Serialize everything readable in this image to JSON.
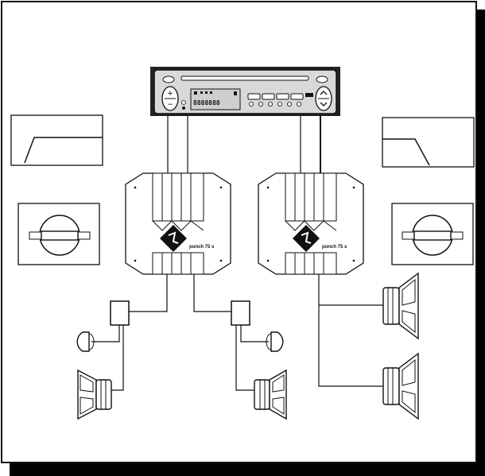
{
  "head_unit": {
    "display": "8888888"
  },
  "amplifiers": [
    {
      "badge": "punch 75 s"
    },
    {
      "badge": "punch 75 s"
    }
  ],
  "colors": {
    "line": "#111111",
    "panel": "#d9d9d9",
    "lcd": "#cfcfcf",
    "shadow": "#000000"
  }
}
